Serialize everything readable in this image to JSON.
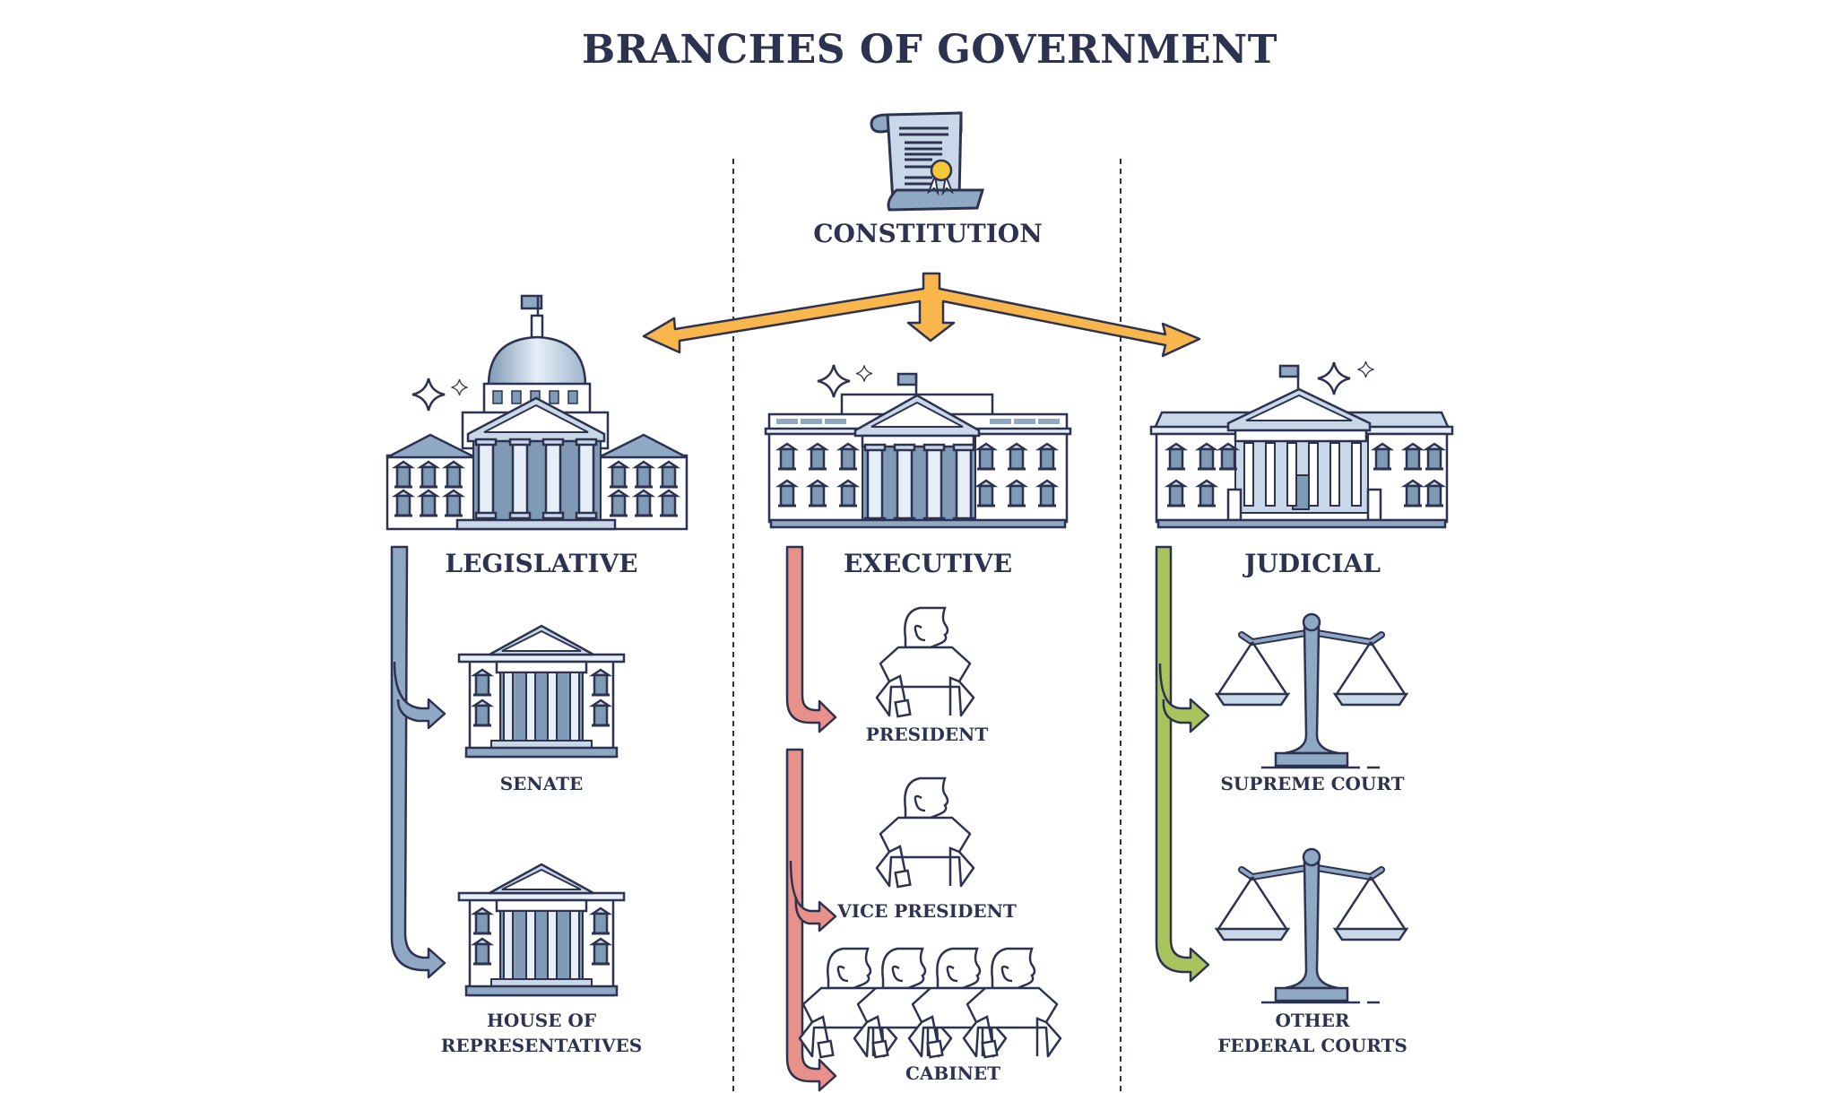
{
  "title": "BRANCHES OF GOVERNMENT",
  "root": {
    "label": "CONSTITUTION",
    "icon": "scroll-document-icon"
  },
  "colors": {
    "ink": "#2d3250",
    "building_fill": "#c9d8e8",
    "building_dark": "#7e9ab5",
    "constitution_arrow": "#f8b64c",
    "legislative_arrow": "#8fa9c5",
    "executive_arrow": "#e8908a",
    "judicial_arrow": "#a9c45c",
    "seal": "#f5c83a"
  },
  "branches": [
    {
      "name": "LEGISLATIVE",
      "icon": "capitol-building-icon",
      "children": [
        {
          "label": "SENATE",
          "icon": "senate-building-icon"
        },
        {
          "label_line1": "HOUSE OF",
          "label_line2": "REPRESENTATIVES",
          "icon": "house-building-icon"
        }
      ]
    },
    {
      "name": "EXECUTIVE",
      "icon": "white-house-icon",
      "children": [
        {
          "label": "PRESIDENT",
          "icon": "person-icon"
        },
        {
          "label": "VICE PRESIDENT",
          "icon": "person-icon"
        },
        {
          "label": "CABINET",
          "icon": "group-of-people-icon"
        }
      ]
    },
    {
      "name": "JUDICIAL",
      "icon": "courthouse-icon",
      "children": [
        {
          "label": "SUPREME COURT",
          "icon": "scales-of-justice-icon"
        },
        {
          "label_line1": "OTHER",
          "label_line2": "FEDERAL COURTS",
          "icon": "scales-of-justice-icon"
        }
      ]
    }
  ]
}
